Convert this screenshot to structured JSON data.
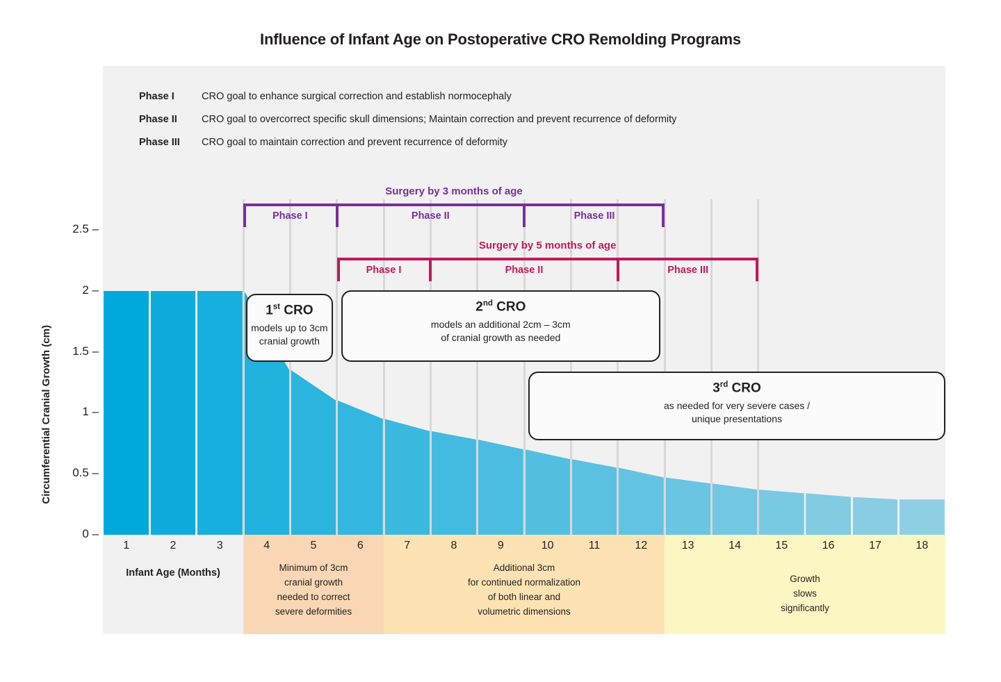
{
  "title": "Influence of Infant Age on Postoperative CRO Remolding Programs",
  "legend": [
    {
      "phase": "Phase I",
      "text": "CRO goal to enhance surgical correction and establish normocephaly"
    },
    {
      "phase": "Phase II",
      "text": "CRO goal to overcorrect specific skull dimensions; Maintain correction and prevent recurrence of deformity"
    },
    {
      "phase": "Phase III",
      "text": "CRO goal to maintain correction and prevent recurrence of deformity"
    }
  ],
  "brackets": [
    {
      "title": "Surgery by 3 months of age",
      "color": "#7B2E9E",
      "start_month": 3,
      "end_month": 12,
      "segments": [
        {
          "label": "Phase I",
          "start_month": 3,
          "end_month": 5
        },
        {
          "label": "Phase II",
          "start_month": 5,
          "end_month": 9
        },
        {
          "label": "Phase III",
          "start_month": 9,
          "end_month": 12
        }
      ]
    },
    {
      "title": "Surgery by 5 months of age",
      "color": "#C2185B",
      "start_month": 5,
      "end_month": 14,
      "segments": [
        {
          "label": "Phase I",
          "start_month": 5,
          "end_month": 7
        },
        {
          "label": "Phase II",
          "start_month": 7,
          "end_month": 11
        },
        {
          "label": "Phase III",
          "start_month": 11,
          "end_month": 14
        }
      ]
    }
  ],
  "callouts": [
    {
      "n": "1",
      "ord": "st",
      "heading": "CRO",
      "sub": "models up to 3cm\ncranial growth",
      "start_month": 3,
      "end_month": 5
    },
    {
      "n": "2",
      "ord": "nd",
      "heading": "CRO",
      "sub": "models an additional 2cm – 3cm\nof cranial growth as needed",
      "start_month": 5,
      "end_month": 12
    },
    {
      "n": "3",
      "ord": "rd",
      "heading": "CRO",
      "sub": "as needed for very severe cases /\nunique presentations",
      "start_month": 9,
      "end_month": 18
    }
  ],
  "bands": [
    {
      "start_month": 0,
      "end_month": 3,
      "color": "#f1f1f1",
      "text": ""
    },
    {
      "start_month": 3,
      "end_month": 6,
      "color": "#fad7b4",
      "text": "Minimum of 3cm\ncranial growth\nneeded to correct\nsevere deformities"
    },
    {
      "start_month": 6,
      "end_month": 12,
      "color": "#fde3b4",
      "text": "Additional 3cm\nfor continued normalization\nof both linear and\nvolumetric dimensions"
    },
    {
      "start_month": 12,
      "end_month": 18,
      "color": "#fcf6c3",
      "text": "Growth\nslows\nsignificantly"
    }
  ],
  "axis_x_title": "Infant Age (Months)",
  "chart_data": {
    "type": "bar",
    "title": "Influence of Infant Age on Postoperative CRO Remolding Programs",
    "xlabel": "Infant Age (Months)",
    "ylabel": "Circumferential Cranial Growth (cm)",
    "categories": [
      "1",
      "2",
      "3",
      "4",
      "5",
      "6",
      "7",
      "8",
      "9",
      "10",
      "11",
      "12",
      "13",
      "14",
      "15",
      "16",
      "17",
      "18"
    ],
    "values": [
      2.0,
      2.0,
      2.0,
      2.0,
      1.35,
      1.1,
      0.95,
      0.85,
      0.78,
      0.7,
      0.62,
      0.55,
      0.47,
      0.42,
      0.37,
      0.34,
      0.31,
      0.29
    ],
    "ylim": [
      0,
      2.75
    ],
    "yticks": [
      "0",
      "0.5",
      "1",
      "1.5",
      "2",
      "2.5"
    ],
    "ytick_values": [
      0,
      0.5,
      1,
      1.5,
      2,
      2.5
    ],
    "grid": false,
    "bar_color_start": "#00A9DC",
    "bar_color_end": "#8FCFE4",
    "legend_position": "none"
  }
}
